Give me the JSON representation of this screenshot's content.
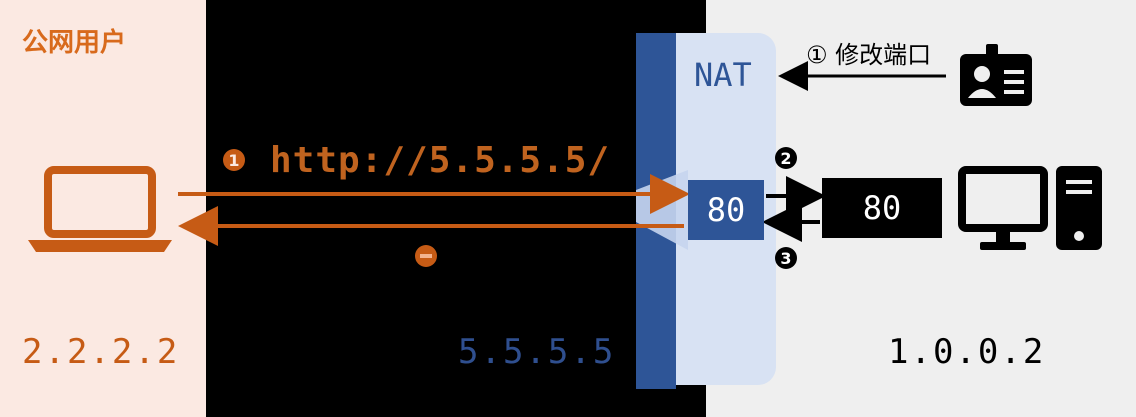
{
  "title": "公网用户",
  "nat_label": "NAT",
  "step1_text": "① 修改端口",
  "url": "http://5.5.5.5/",
  "ips": {
    "left": "2.2.2.2",
    "nat": "5.5.5.5",
    "server": "1.0.0.2"
  },
  "ports": {
    "nat": "80",
    "server": "80"
  },
  "step_markers": [
    "❶",
    "❷",
    "❸"
  ],
  "colors": {
    "orange": "#c65b15",
    "blue": "#2e5597",
    "light_blue": "#d8e2f3",
    "left_bg": "#fbe9e2",
    "right_bg": "#efefef"
  },
  "icons": [
    "laptop-icon",
    "desktop-computer-icon",
    "admin-id-card-icon"
  ]
}
